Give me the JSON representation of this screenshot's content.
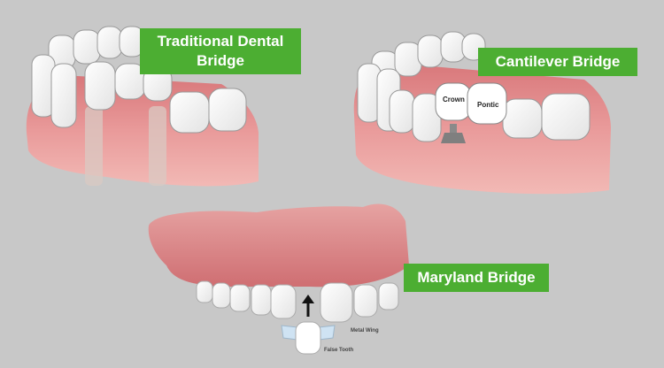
{
  "labels": {
    "traditional": "Traditional Dental Bridge",
    "cantilever": "Cantilever Bridge",
    "maryland": "Maryland Bridge"
  },
  "annotations": {
    "crown": "Crown",
    "pontic": "Pontic",
    "metal_wing": "Metal Wing",
    "false_tooth": "False Tooth"
  },
  "colors": {
    "background": "#c8c8c8",
    "label_green": "#4cae32",
    "gum": "#e58f90",
    "tooth": "#ffffff"
  },
  "icons": [
    "up-arrow-icon"
  ]
}
